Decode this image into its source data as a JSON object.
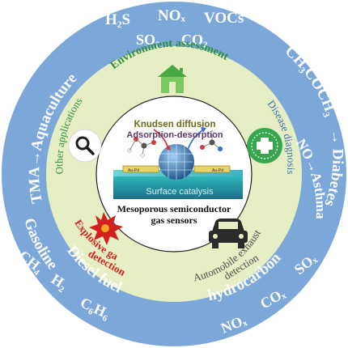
{
  "center": {
    "title_line1": "Mesoporous semiconductor",
    "title_line2": "gas sensors",
    "label_knudsen": "Knudsen diffusion",
    "label_adsorption": "Adsorption-desorption",
    "label_catalysis": "Surface catalysis",
    "electrode_left": "Au-Pd",
    "electrode_right": "Au-Pd"
  },
  "applications": {
    "environment": "Environment assessment",
    "disease": "Disease diagnosis",
    "automobile_line1": "Automobile exhaust",
    "automobile_line2": "detection",
    "explosive_line1": "Explosive gases",
    "explosive_line2": "detection",
    "other": "Other applications"
  },
  "gases": {
    "top_row1": [
      "H₂S",
      "NOₓ",
      "VOCs"
    ],
    "top_row2": [
      "SO₂",
      "CO₂"
    ],
    "acetone": "CH₃COCH₃",
    "no_asthma": "NO→Asthma",
    "diabetes": "→ Diabetes",
    "tma": "TMA→Aquaculture",
    "ellipsis": "…",
    "gasoline": "Gasoline",
    "diesel": "Diesel fuel",
    "bottom_left": [
      "CH₄",
      "H₂",
      "C₆H₆"
    ],
    "hydrocarbon": "hydrocarbon",
    "bottom_right": [
      "NOₓ",
      "COₓ",
      "SOₓ"
    ]
  },
  "colors": {
    "outer_ring": "#7ba7d9",
    "middle_ring": "#e6eec4",
    "environment_text": "#2f8f3a",
    "disease_text": "#3a6fb5",
    "automobile_text": "#4d4d4d",
    "explosive_text": "#d2201f",
    "other_text": "#2f8f3a"
  }
}
